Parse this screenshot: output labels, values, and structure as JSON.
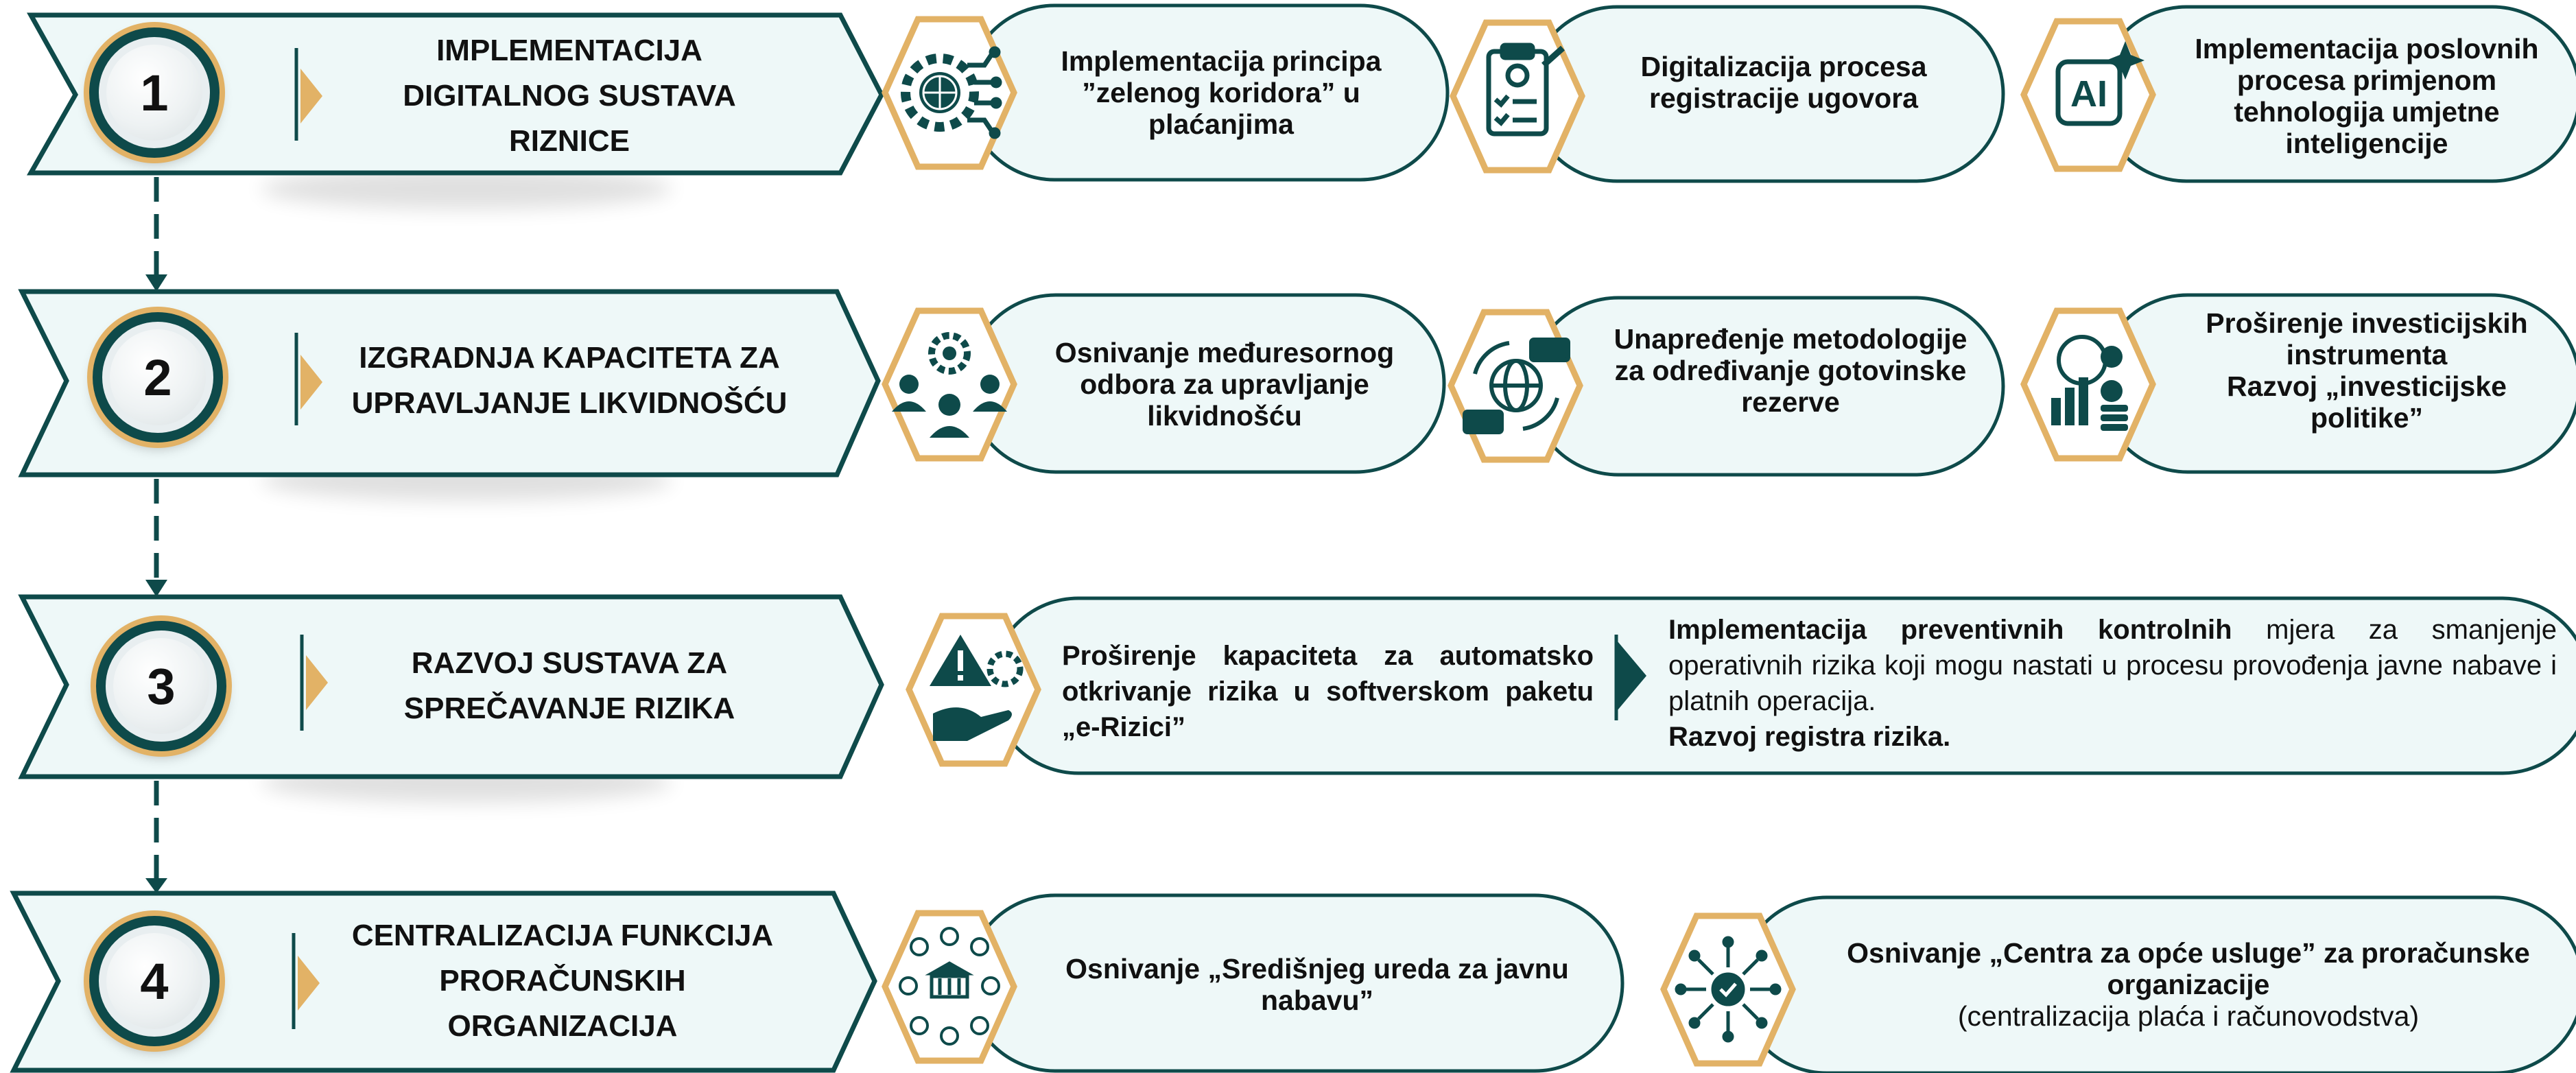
{
  "colors": {
    "teal": "#0e4a4a",
    "gold": "#e2b266",
    "light_fill": "#eef8f8"
  },
  "steps": [
    {
      "number": "1",
      "title_lines": [
        "IMPLEMENTACIJA",
        "DIGITALNOG SUSTAVA",
        "RIZNICE"
      ],
      "items": [
        {
          "icon": "gear-globe-network-icon",
          "lines": [
            "Implementacija principa",
            "”zelenog koridora” u",
            "plaćanjima"
          ]
        },
        {
          "icon": "clipboard-checklist-icon",
          "lines": [
            "Digitalizacija procesa",
            "registracije ugovora"
          ]
        },
        {
          "icon": "ai-chip-icon",
          "lines": [
            "Implementacija poslovnih",
            "procesa primjenom",
            "tehnologija umjetne",
            "inteligencije"
          ]
        }
      ]
    },
    {
      "number": "2",
      "title_lines": [
        "IZGRADNJA KAPACITETA ZA",
        "UPRAVLJANJE LIKVIDNOŠĆU"
      ],
      "items": [
        {
          "icon": "team-gear-icon",
          "lines": [
            "Osnivanje međuresornog",
            "odbora za upravljanje",
            "likvidnošću"
          ]
        },
        {
          "icon": "globe-money-exchange-icon",
          "lines": [
            "Unapređenje metodologije",
            "za određivanje gotovinske",
            "rezerve"
          ]
        },
        {
          "icon": "globe-investment-icon",
          "lines": [
            "Proširenje investicijskih",
            "instrumenta",
            "Razvoj „investicijske",
            "politike”"
          ]
        }
      ]
    },
    {
      "number": "3",
      "title_lines": [
        "RAZVOJ SUSTAVA ZA",
        "SPREČAVANJE RIZIKA"
      ],
      "left_text": "Proširenje kapaciteta za automatsko otkrivanje rizika u softverskom paketu „e-Rizici”",
      "right_bold": "Implementacija preventivnih kontrolnih",
      "right_normal": " mjera za smanjenje operativnih rizika koji mogu nastati u procesu provođenja javne nabave i platnih operacija.",
      "right_bold2": "Razvoj registra rizika.",
      "icon": "risk-warning-hand-icon"
    },
    {
      "number": "4",
      "title_lines": [
        "CENTRALIZACIJA FUNKCIJA",
        "PRORAČUNSKIH",
        "ORGANIZACIJA"
      ],
      "items": [
        {
          "icon": "institution-network-icon",
          "lines": [
            "Osnivanje „Središnjeg ureda za javnu",
            "nabavu”"
          ]
        },
        {
          "icon": "centralized-hub-icon",
          "lines": [
            "Osnivanje „Centra za opće usluge” za proračunske",
            "organizacije"
          ],
          "sub": "(centralizacija plaća i računovodstva)"
        }
      ]
    }
  ]
}
